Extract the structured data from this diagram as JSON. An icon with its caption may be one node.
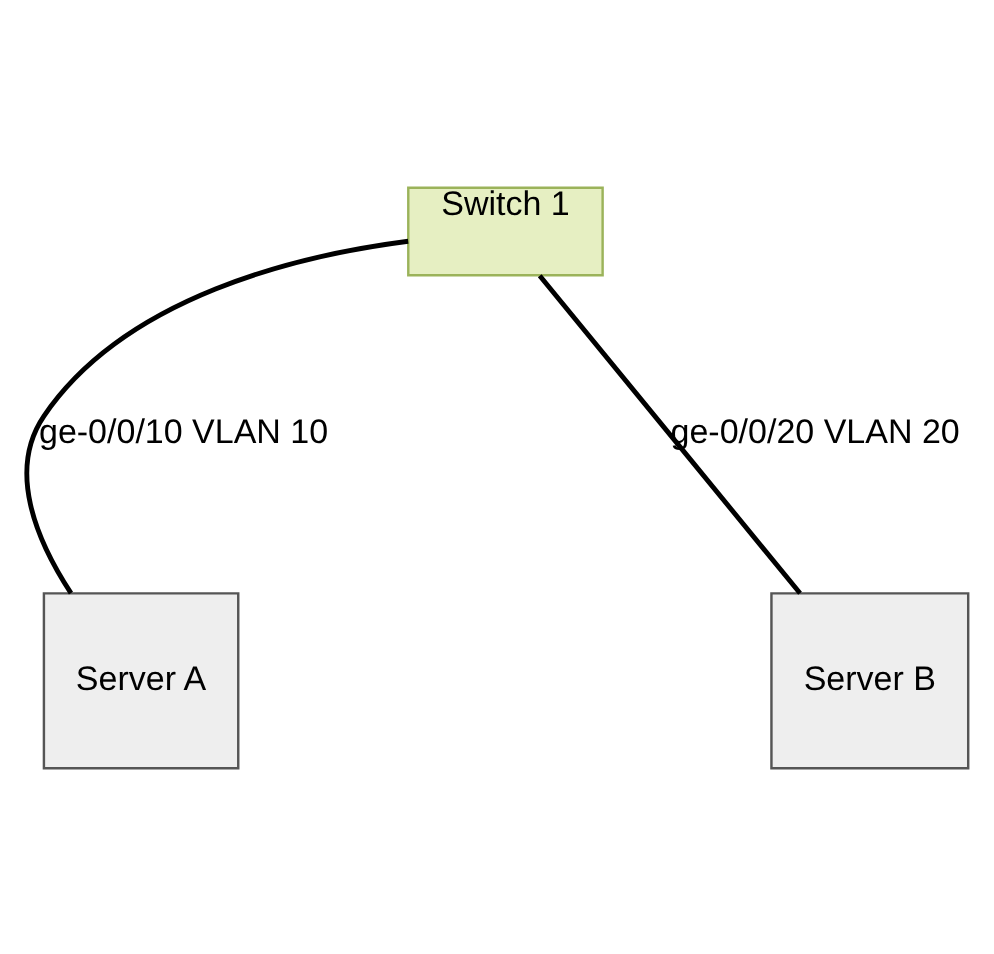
{
  "diagram": {
    "nodes": [
      {
        "text": [
          "Switch 1"
        ]
      },
      {
        "text": [
          "Server A"
        ]
      },
      {
        "text": [
          "Server B"
        ]
      }
    ],
    "edges": [
      {
        "from": 0,
        "to": 1,
        "arrow": "none",
        "label": "ge-0/0/10 VLAN 10"
      },
      {
        "from": 0,
        "to": 2,
        "arrow": "none",
        "label": "ge-0/0/20 VLAN 20"
      }
    ]
  }
}
